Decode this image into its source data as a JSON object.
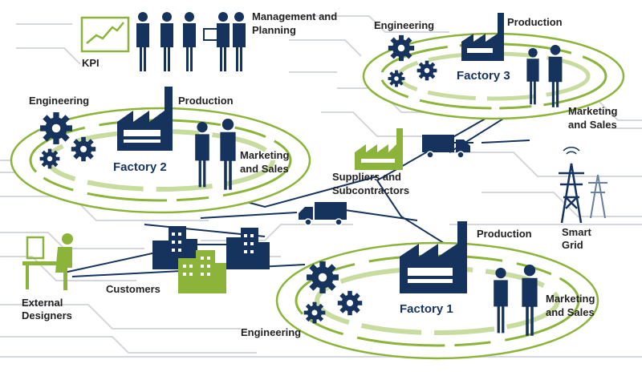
{
  "labels": {
    "kpi": "KPI",
    "management_line1": "Management  and",
    "management_line2": "Planning",
    "f3_engineering": "Engineering",
    "f3_production": "Production",
    "f3_name": "Factory 3",
    "f3_marketing_line1": "Marketing",
    "f3_marketing_line2": "and Sales",
    "f2_engineering": "Engineering",
    "f2_production": "Production",
    "f2_name": "Factory 2",
    "f2_marketing_line1": "Marketing",
    "f2_marketing_line2": "and Sales",
    "suppliers_line1": "Suppliers and",
    "suppliers_line2": "Subcontractors",
    "smart_line1": "Smart",
    "smart_line2": "Grid",
    "customers": "Customers",
    "external_line1": "External",
    "external_line2": "Designers",
    "f1_production": "Production",
    "f1_name": "Factory 1",
    "f1_marketing_line1": "Marketing",
    "f1_marketing_line2": "and Sales",
    "f1_engineering": "Engineering"
  },
  "colors": {
    "navy": "#16335e",
    "green": "#8cb43a",
    "light_green": "#c9dca0",
    "line": "#d4d7dd"
  }
}
